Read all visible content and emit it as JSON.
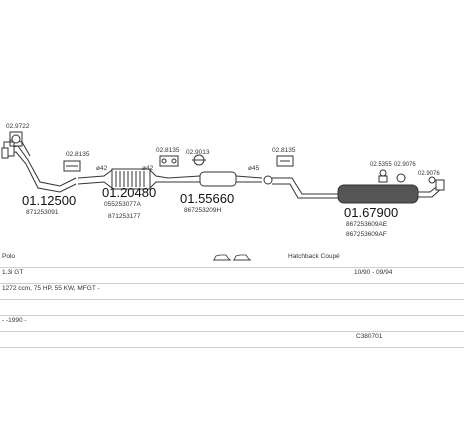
{
  "diagram": {
    "items": [
      {
        "id": "a",
        "main": "01.12500",
        "refs": [
          "871253091"
        ],
        "clamps": [
          "02.9722",
          "02.8135"
        ]
      },
      {
        "id": "b",
        "main": "01.20480",
        "refs": [
          "055253077A",
          "871253177"
        ],
        "clamps": [
          "02.8135"
        ],
        "dia": [
          "ø42",
          "ø42"
        ]
      },
      {
        "id": "c",
        "main": "01.55660",
        "refs": [
          "867253209H"
        ],
        "clamps": [
          "02.8135",
          "02.9013"
        ]
      },
      {
        "id": "d",
        "main": "01.67900",
        "refs": [
          "867253609AE",
          "867253609AF"
        ],
        "clamps": [
          "02.8135",
          "02.5355",
          "02.9076",
          "02.9076"
        ],
        "dia": [
          "ø45"
        ]
      }
    ]
  },
  "info": {
    "model": "Polo",
    "body": "Hatchback Coupé",
    "engine": "1.3i GT",
    "dates": "10/90 - 09/94",
    "spec": "1272 ccm, 75 HP, 55 KW, MFGT -",
    "note": "- -1990 -",
    "catalog_no": "C380701"
  }
}
